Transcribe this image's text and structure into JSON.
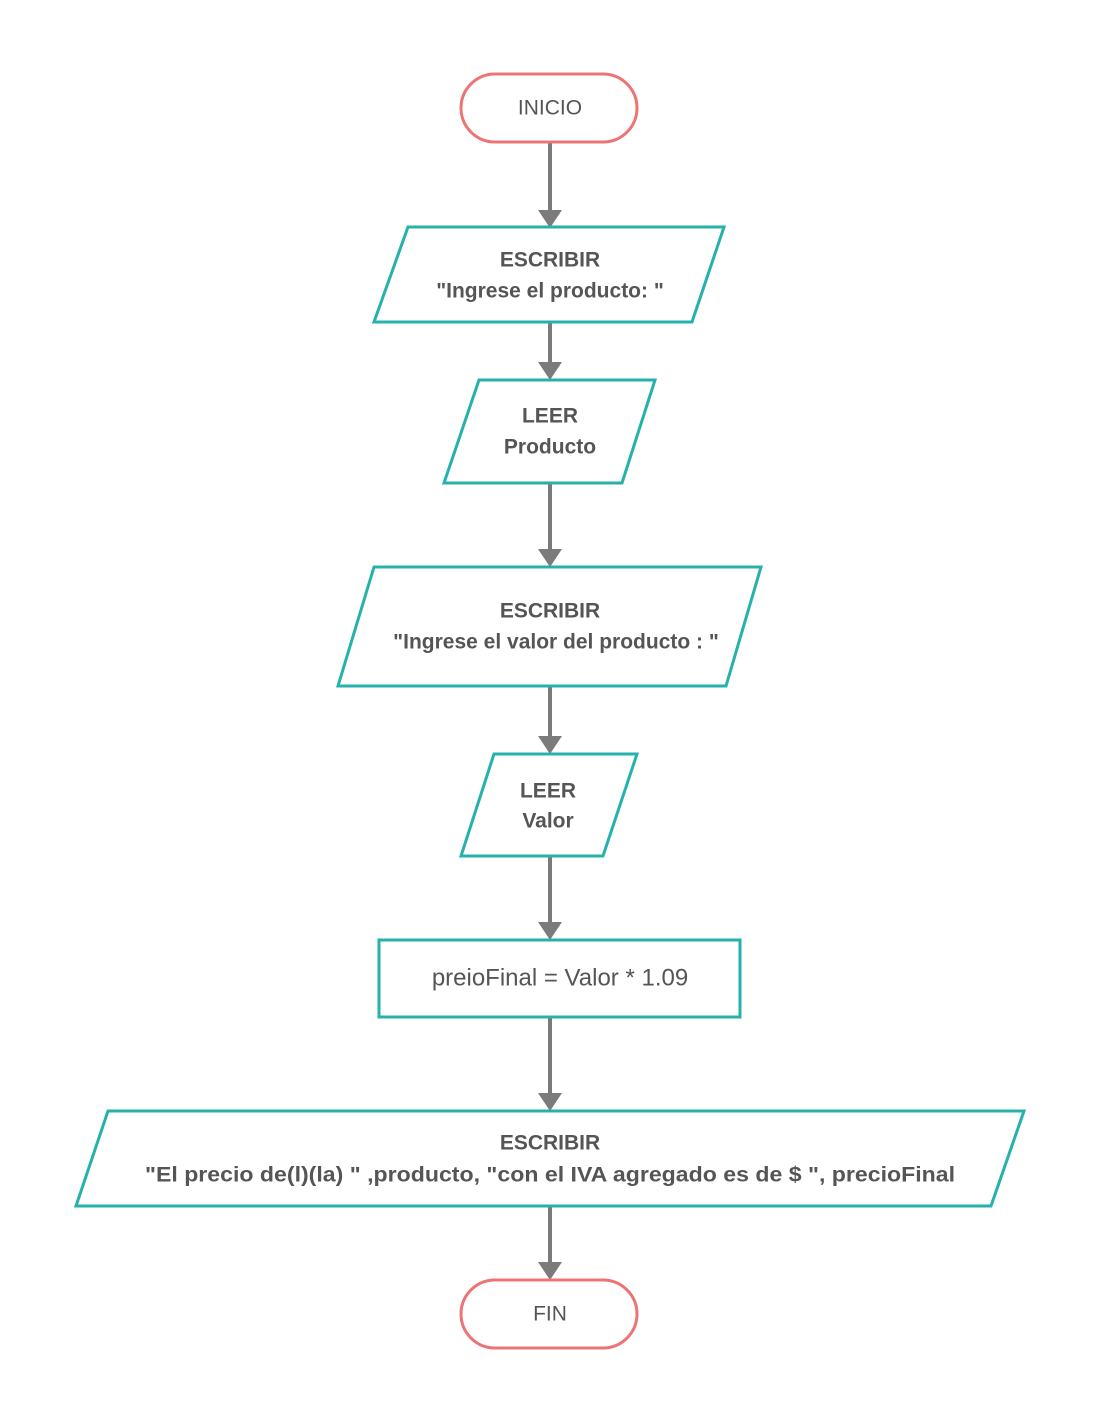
{
  "diagram": {
    "colors": {
      "terminal_stroke": "#ee7474",
      "shape_stroke": "#26b1ad",
      "connector": "#7b7b7b",
      "text": "#555555"
    },
    "nodes": {
      "start": {
        "type": "terminal",
        "label": "INICIO"
      },
      "write_product_prompt": {
        "type": "io",
        "line1": "ESCRIBIR",
        "line2": "\"Ingrese el producto: \""
      },
      "read_product": {
        "type": "io",
        "line1": "LEER",
        "line2": "Producto"
      },
      "write_value_prompt": {
        "type": "io",
        "line1": "ESCRIBIR",
        "line2": "\"Ingrese el valor del producto : \""
      },
      "read_value": {
        "type": "io",
        "line1": "LEER",
        "line2": "Valor"
      },
      "compute_price": {
        "type": "process",
        "label": "preioFinal = Valor * 1.09"
      },
      "write_result": {
        "type": "io",
        "line1": "ESCRIBIR",
        "line2": "\"El precio de(l)(la) \" ,producto, \"con el  IVA agregado es de $ \", precioFinal"
      },
      "end": {
        "type": "terminal",
        "label": "FIN"
      }
    }
  }
}
